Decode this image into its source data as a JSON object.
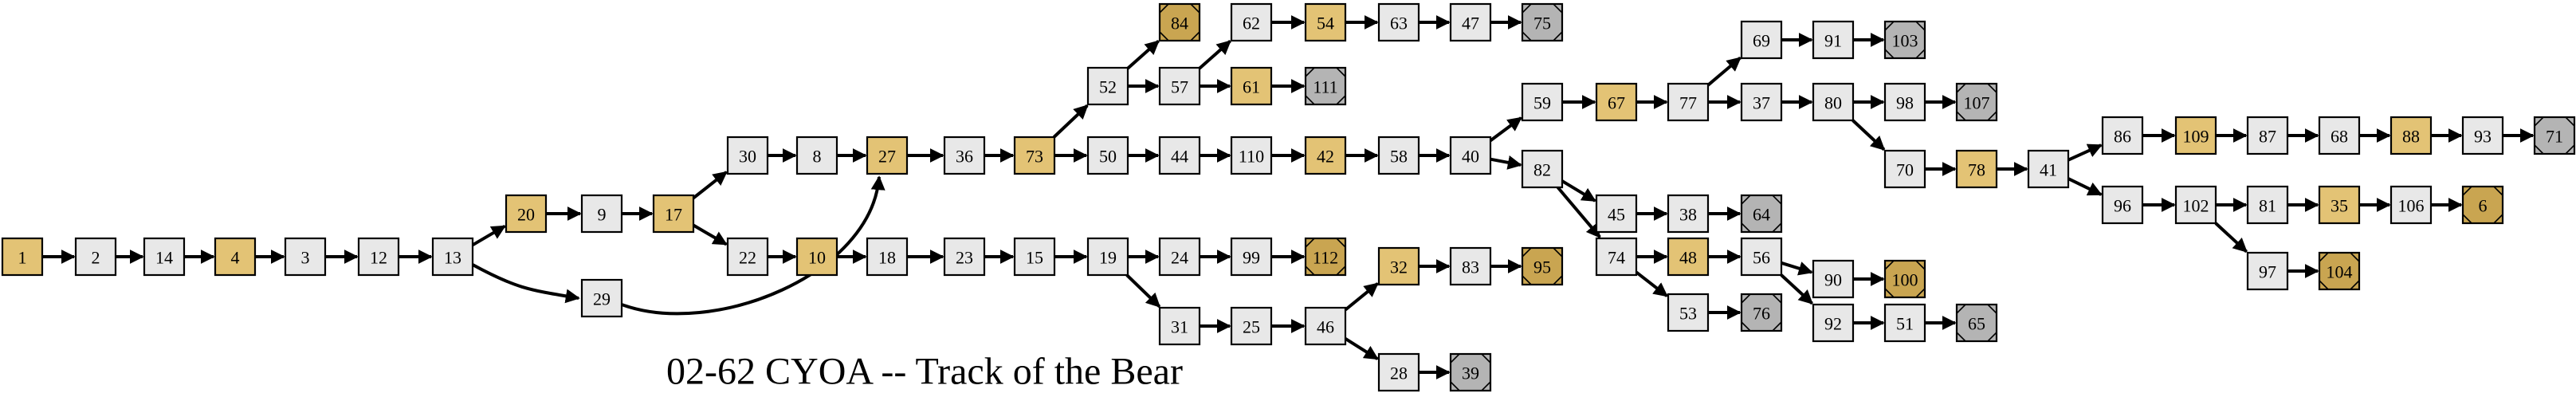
{
  "title": "02-62 CYOA -- Track of the Bear",
  "colors": {
    "normal": "#e8e8e8",
    "highlight": "#e3c375",
    "good_end": "#c9a551",
    "bad_end": "#b4b4b4",
    "stroke": "#000000"
  },
  "nodes": [
    {
      "id": "1",
      "kind": "highlight"
    },
    {
      "id": "2",
      "kind": "normal"
    },
    {
      "id": "14",
      "kind": "normal"
    },
    {
      "id": "4",
      "kind": "highlight"
    },
    {
      "id": "3",
      "kind": "normal"
    },
    {
      "id": "12",
      "kind": "normal"
    },
    {
      "id": "13",
      "kind": "normal"
    },
    {
      "id": "20",
      "kind": "highlight"
    },
    {
      "id": "29",
      "kind": "normal"
    },
    {
      "id": "9",
      "kind": "normal"
    },
    {
      "id": "17",
      "kind": "highlight"
    },
    {
      "id": "30",
      "kind": "normal"
    },
    {
      "id": "22",
      "kind": "normal"
    },
    {
      "id": "8",
      "kind": "normal"
    },
    {
      "id": "10",
      "kind": "highlight"
    },
    {
      "id": "27",
      "kind": "highlight"
    },
    {
      "id": "18",
      "kind": "normal"
    },
    {
      "id": "36",
      "kind": "normal"
    },
    {
      "id": "23",
      "kind": "normal"
    },
    {
      "id": "73",
      "kind": "highlight"
    },
    {
      "id": "15",
      "kind": "normal"
    },
    {
      "id": "52",
      "kind": "normal"
    },
    {
      "id": "50",
      "kind": "normal"
    },
    {
      "id": "19",
      "kind": "normal"
    },
    {
      "id": "84",
      "kind": "good_end"
    },
    {
      "id": "57",
      "kind": "normal"
    },
    {
      "id": "44",
      "kind": "normal"
    },
    {
      "id": "24",
      "kind": "normal"
    },
    {
      "id": "31",
      "kind": "normal"
    },
    {
      "id": "62",
      "kind": "normal"
    },
    {
      "id": "61",
      "kind": "highlight"
    },
    {
      "id": "110",
      "kind": "normal"
    },
    {
      "id": "99",
      "kind": "normal"
    },
    {
      "id": "25",
      "kind": "normal"
    },
    {
      "id": "54",
      "kind": "highlight"
    },
    {
      "id": "111",
      "kind": "bad_end"
    },
    {
      "id": "42",
      "kind": "highlight"
    },
    {
      "id": "112",
      "kind": "good_end"
    },
    {
      "id": "46",
      "kind": "normal"
    },
    {
      "id": "63",
      "kind": "normal"
    },
    {
      "id": "58",
      "kind": "normal"
    },
    {
      "id": "32",
      "kind": "highlight"
    },
    {
      "id": "28",
      "kind": "normal"
    },
    {
      "id": "47",
      "kind": "normal"
    },
    {
      "id": "40",
      "kind": "normal"
    },
    {
      "id": "83",
      "kind": "normal"
    },
    {
      "id": "39",
      "kind": "bad_end"
    },
    {
      "id": "75",
      "kind": "bad_end"
    },
    {
      "id": "59",
      "kind": "normal"
    },
    {
      "id": "82",
      "kind": "normal"
    },
    {
      "id": "95",
      "kind": "good_end"
    },
    {
      "id": "67",
      "kind": "highlight"
    },
    {
      "id": "45",
      "kind": "normal"
    },
    {
      "id": "74",
      "kind": "normal"
    },
    {
      "id": "77",
      "kind": "normal"
    },
    {
      "id": "38",
      "kind": "normal"
    },
    {
      "id": "48",
      "kind": "highlight"
    },
    {
      "id": "53",
      "kind": "normal"
    },
    {
      "id": "69",
      "kind": "normal"
    },
    {
      "id": "37",
      "kind": "normal"
    },
    {
      "id": "64",
      "kind": "bad_end"
    },
    {
      "id": "56",
      "kind": "normal"
    },
    {
      "id": "76",
      "kind": "bad_end"
    },
    {
      "id": "91",
      "kind": "normal"
    },
    {
      "id": "80",
      "kind": "normal"
    },
    {
      "id": "90",
      "kind": "normal"
    },
    {
      "id": "92",
      "kind": "normal"
    },
    {
      "id": "103",
      "kind": "bad_end"
    },
    {
      "id": "98",
      "kind": "normal"
    },
    {
      "id": "70",
      "kind": "normal"
    },
    {
      "id": "100",
      "kind": "good_end"
    },
    {
      "id": "51",
      "kind": "normal"
    },
    {
      "id": "107",
      "kind": "bad_end"
    },
    {
      "id": "78",
      "kind": "highlight"
    },
    {
      "id": "65",
      "kind": "bad_end"
    },
    {
      "id": "41",
      "kind": "normal"
    },
    {
      "id": "86",
      "kind": "normal"
    },
    {
      "id": "96",
      "kind": "normal"
    },
    {
      "id": "109",
      "kind": "highlight"
    },
    {
      "id": "102",
      "kind": "normal"
    },
    {
      "id": "87",
      "kind": "normal"
    },
    {
      "id": "81",
      "kind": "normal"
    },
    {
      "id": "97",
      "kind": "normal"
    },
    {
      "id": "68",
      "kind": "normal"
    },
    {
      "id": "35",
      "kind": "highlight"
    },
    {
      "id": "104",
      "kind": "good_end"
    },
    {
      "id": "88",
      "kind": "highlight"
    },
    {
      "id": "106",
      "kind": "normal"
    },
    {
      "id": "93",
      "kind": "normal"
    },
    {
      "id": "6",
      "kind": "good_end"
    },
    {
      "id": "71",
      "kind": "bad_end"
    }
  ],
  "edges": [
    [
      "1",
      "2"
    ],
    [
      "2",
      "14"
    ],
    [
      "14",
      "4"
    ],
    [
      "4",
      "3"
    ],
    [
      "3",
      "12"
    ],
    [
      "12",
      "13"
    ],
    [
      "13",
      "20"
    ],
    [
      "13",
      "29"
    ],
    [
      "20",
      "9"
    ],
    [
      "29",
      "27"
    ],
    [
      "9",
      "17"
    ],
    [
      "17",
      "30"
    ],
    [
      "17",
      "22"
    ],
    [
      "30",
      "8"
    ],
    [
      "22",
      "10"
    ],
    [
      "8",
      "27"
    ],
    [
      "10",
      "18"
    ],
    [
      "27",
      "36"
    ],
    [
      "18",
      "23"
    ],
    [
      "36",
      "73"
    ],
    [
      "23",
      "15"
    ],
    [
      "73",
      "52"
    ],
    [
      "73",
      "50"
    ],
    [
      "15",
      "19"
    ],
    [
      "52",
      "84"
    ],
    [
      "52",
      "57"
    ],
    [
      "50",
      "44"
    ],
    [
      "19",
      "24"
    ],
    [
      "19",
      "31"
    ],
    [
      "57",
      "62"
    ],
    [
      "57",
      "61"
    ],
    [
      "44",
      "110"
    ],
    [
      "24",
      "99"
    ],
    [
      "31",
      "25"
    ],
    [
      "62",
      "54"
    ],
    [
      "61",
      "111"
    ],
    [
      "110",
      "42"
    ],
    [
      "99",
      "112"
    ],
    [
      "25",
      "46"
    ],
    [
      "54",
      "63"
    ],
    [
      "42",
      "58"
    ],
    [
      "46",
      "32"
    ],
    [
      "46",
      "28"
    ],
    [
      "63",
      "47"
    ],
    [
      "58",
      "40"
    ],
    [
      "32",
      "83"
    ],
    [
      "28",
      "39"
    ],
    [
      "47",
      "75"
    ],
    [
      "40",
      "59"
    ],
    [
      "40",
      "82"
    ],
    [
      "83",
      "95"
    ],
    [
      "59",
      "67"
    ],
    [
      "82",
      "45"
    ],
    [
      "82",
      "74"
    ],
    [
      "67",
      "77"
    ],
    [
      "45",
      "38"
    ],
    [
      "74",
      "48"
    ],
    [
      "74",
      "53"
    ],
    [
      "77",
      "69"
    ],
    [
      "77",
      "37"
    ],
    [
      "38",
      "64"
    ],
    [
      "48",
      "56"
    ],
    [
      "53",
      "76"
    ],
    [
      "69",
      "91"
    ],
    [
      "37",
      "80"
    ],
    [
      "56",
      "90"
    ],
    [
      "56",
      "92"
    ],
    [
      "91",
      "103"
    ],
    [
      "80",
      "98"
    ],
    [
      "80",
      "70"
    ],
    [
      "90",
      "100"
    ],
    [
      "92",
      "51"
    ],
    [
      "98",
      "107"
    ],
    [
      "70",
      "78"
    ],
    [
      "51",
      "65"
    ],
    [
      "78",
      "41"
    ],
    [
      "41",
      "86"
    ],
    [
      "41",
      "96"
    ],
    [
      "86",
      "109"
    ],
    [
      "96",
      "102"
    ],
    [
      "109",
      "87"
    ],
    [
      "102",
      "81"
    ],
    [
      "102",
      "97"
    ],
    [
      "87",
      "68"
    ],
    [
      "81",
      "35"
    ],
    [
      "97",
      "104"
    ],
    [
      "68",
      "88"
    ],
    [
      "35",
      "106"
    ],
    [
      "88",
      "93"
    ],
    [
      "106",
      "6"
    ],
    [
      "93",
      "71"
    ]
  ]
}
